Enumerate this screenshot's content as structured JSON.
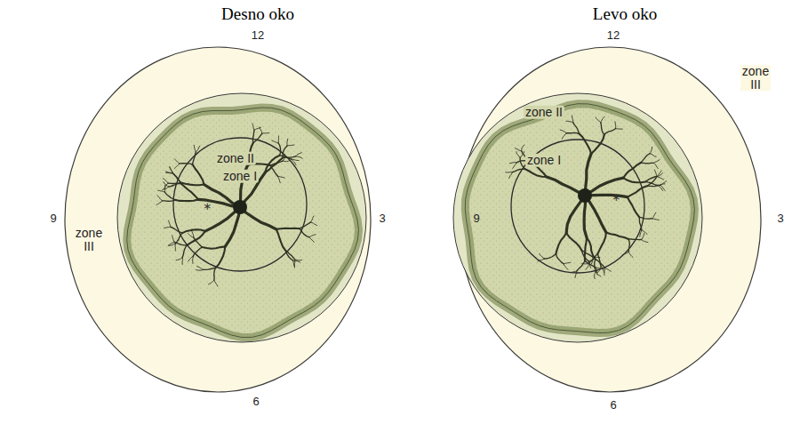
{
  "diagram": {
    "labels": [
      "Desno oko",
      "Levo oko",
      "12",
      "9",
      "3",
      "6",
      "zone II",
      "zone I",
      "zone III",
      "12",
      "zone III",
      "zone II",
      "zone I",
      "9",
      "3",
      "6"
    ]
  }
}
